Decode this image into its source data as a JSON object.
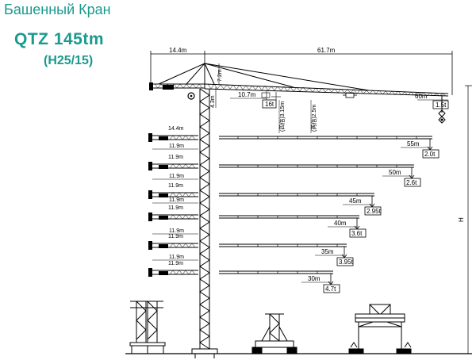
{
  "header": {
    "title": "Башенный Кран",
    "model": "QTZ   145tm",
    "sub_model": "(H25/15)"
  },
  "colors": {
    "title": "#1a9a8e",
    "line": "#000000"
  },
  "dims": {
    "counter_jib": "14.4m",
    "main_jib": "61.7m",
    "tip_height": "7.2m",
    "head_height": "4.3m",
    "min_radius": "10.7m",
    "min_radius_load": "16t",
    "jib_length_max": "60m",
    "tip_load_max": "1.5t",
    "reach_4fall": "(四倍)3.15m",
    "reach_2fall": "(两倍)2.5m",
    "height_label": "H"
  },
  "configs": [
    {
      "counter": "14.4m",
      "radius": "55m",
      "load": "2.0t"
    },
    {
      "counter": "11.9m",
      "radius": "50m",
      "load": "2.6t"
    },
    {
      "counter": "11.9m",
      "radius": "45m",
      "load": "2.95t"
    },
    {
      "counter": "11.9m",
      "radius": "40m",
      "load": "3.6t"
    },
    {
      "counter": "11.9m",
      "radius": "35m",
      "load": "3.95t"
    },
    {
      "counter": "11.9m",
      "radius": "30m",
      "load": "4.7t"
    }
  ],
  "counter_extra": [
    "11.9m",
    "11.9m",
    "11.9m",
    "11.9m",
    "11.9m"
  ]
}
